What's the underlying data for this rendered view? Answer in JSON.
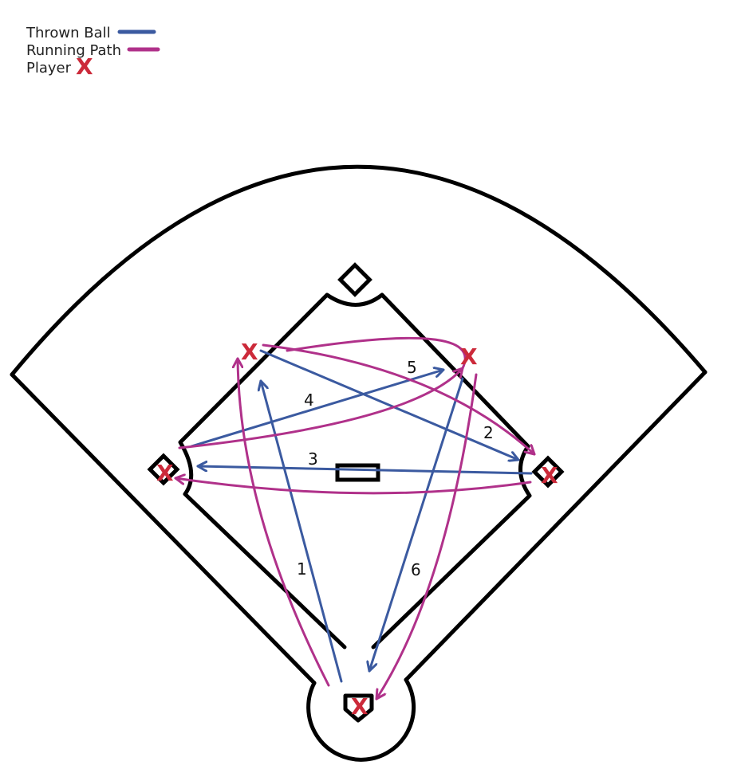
{
  "colors": {
    "thrown_ball": "#3b5aa0",
    "running_path": "#b0318a",
    "player": "#cc2a3a",
    "field": "#000000"
  },
  "legend": {
    "thrown_ball": "Thrown Ball",
    "running_path": "Running Path",
    "player": "Player",
    "player_mark": "X"
  },
  "sequence": {
    "labels": [
      "1",
      "2",
      "3",
      "4",
      "5",
      "6"
    ]
  },
  "players": {
    "mark": "X"
  }
}
